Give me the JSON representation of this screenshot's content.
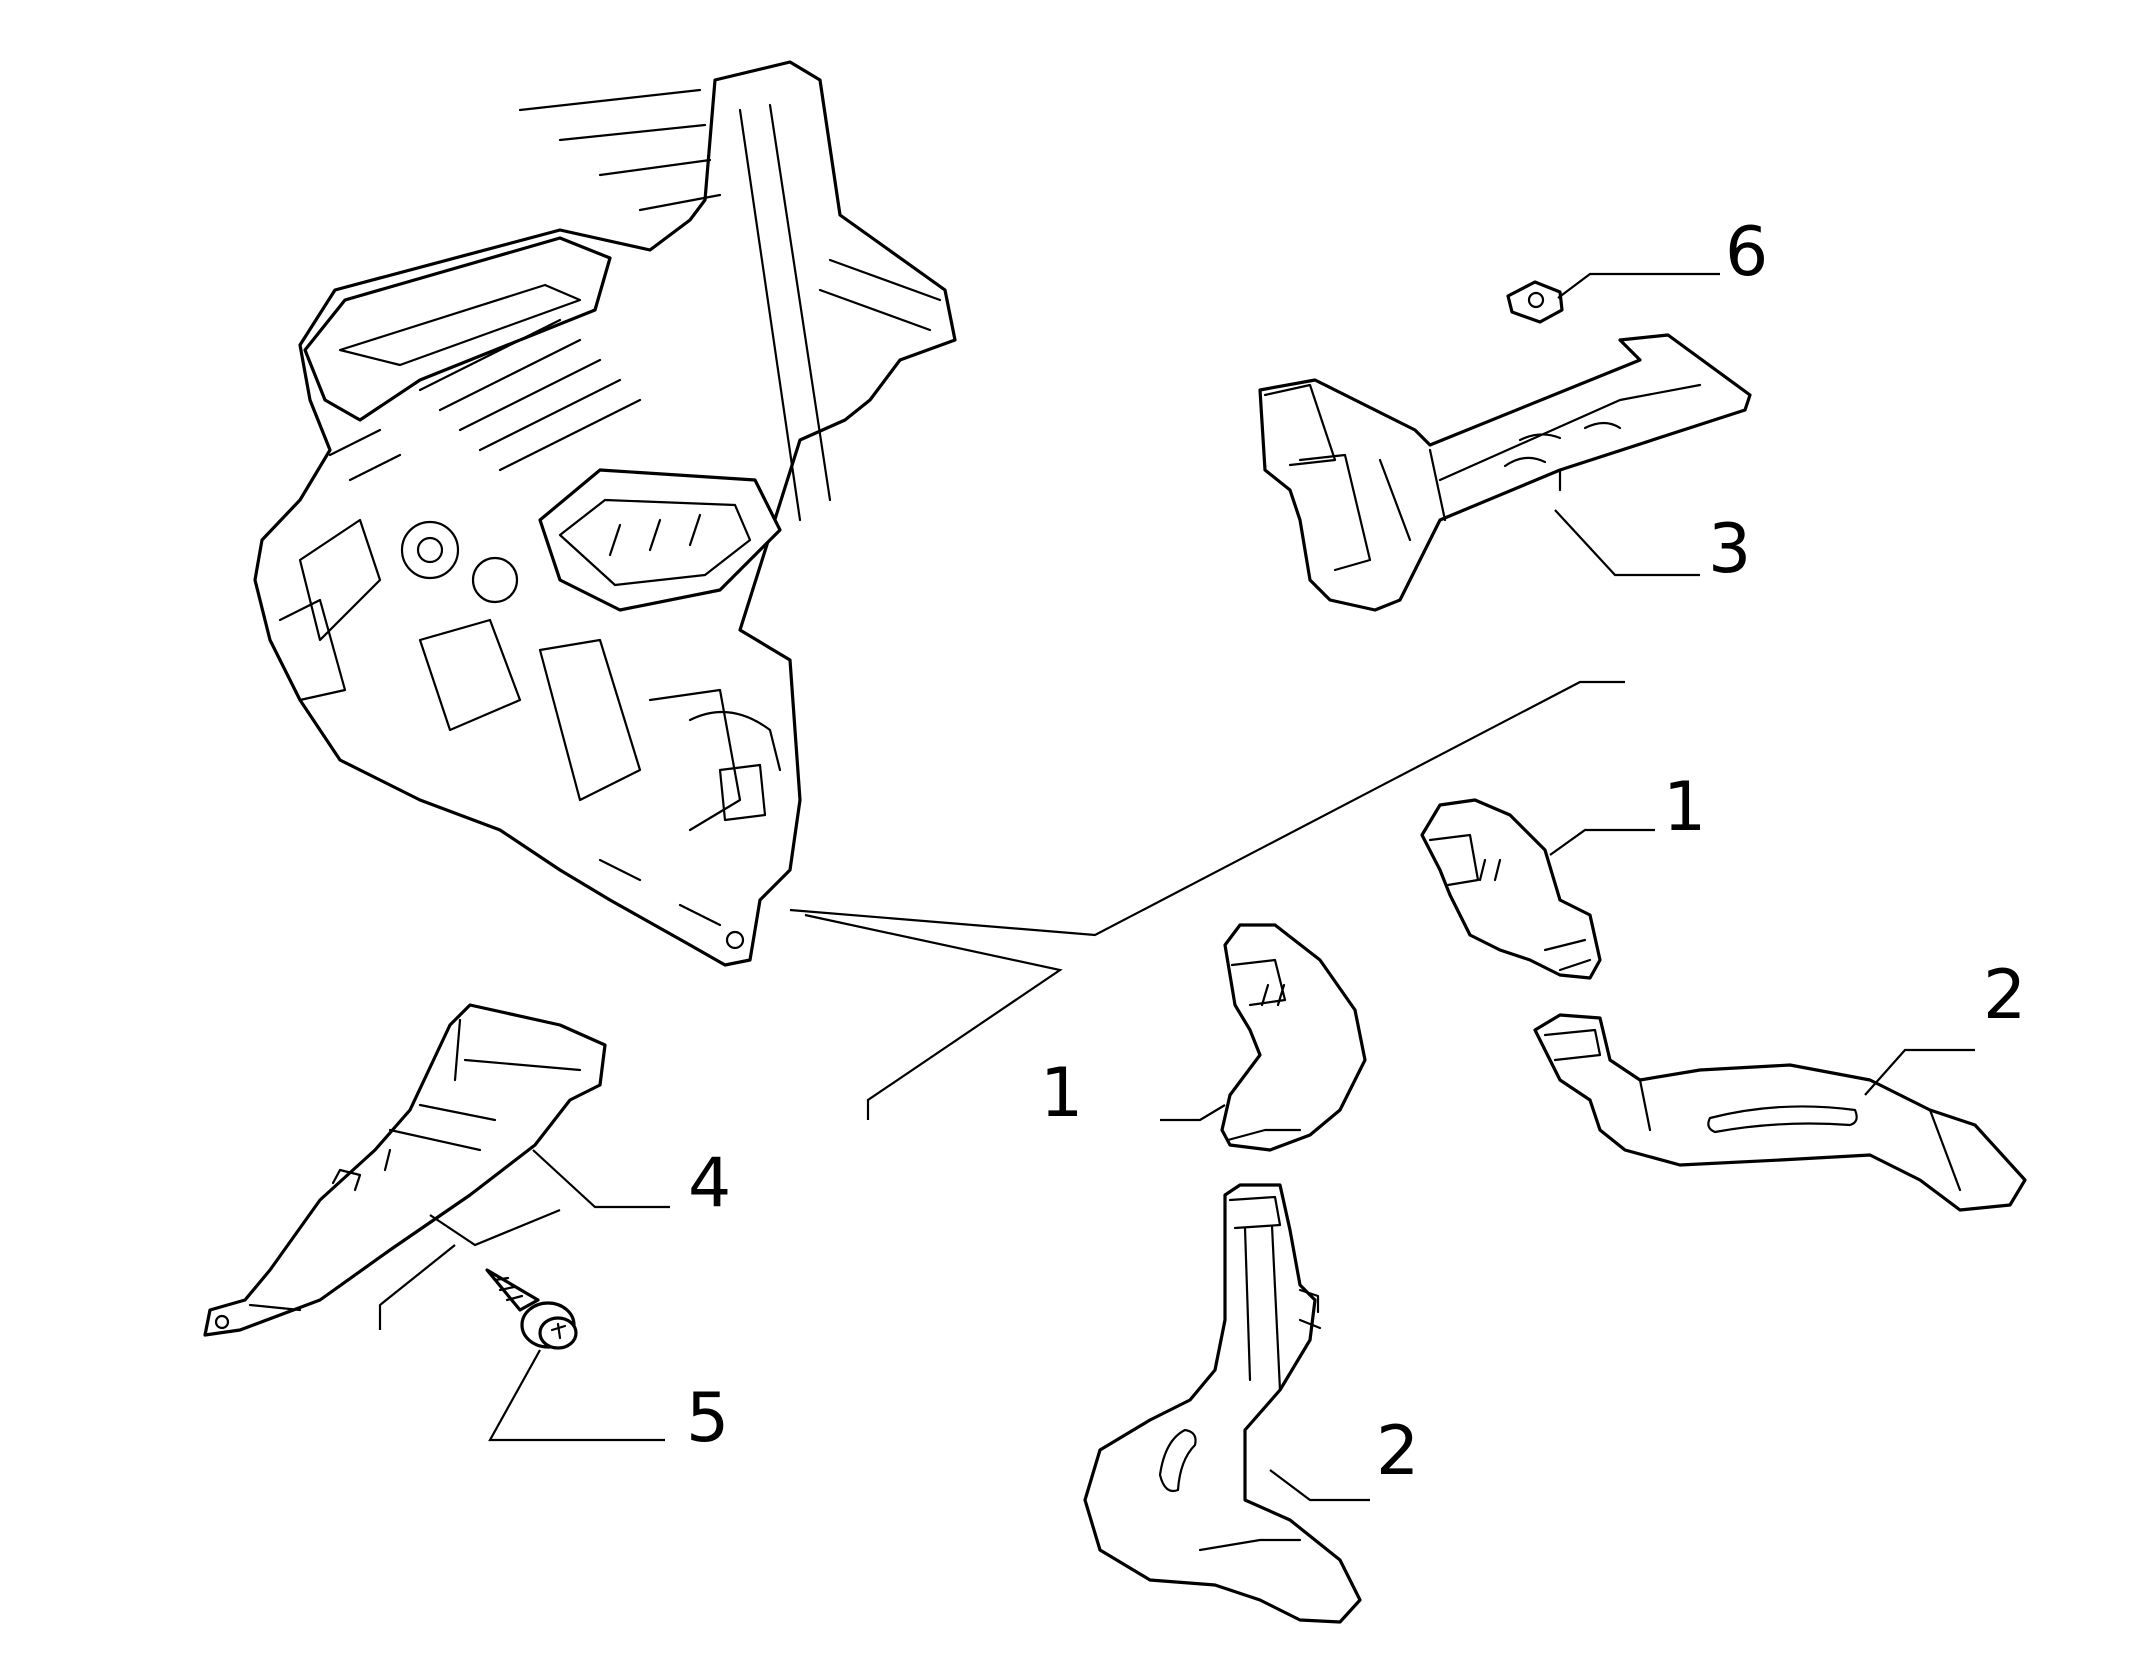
{
  "callouts": {
    "c1a": "1",
    "c1b": "1",
    "c2a": "2",
    "c2b": "2",
    "c3": "3",
    "c4": "4",
    "c5": "5",
    "c6": "6"
  },
  "colors": {
    "line": "#000000",
    "background": "#ffffff"
  }
}
